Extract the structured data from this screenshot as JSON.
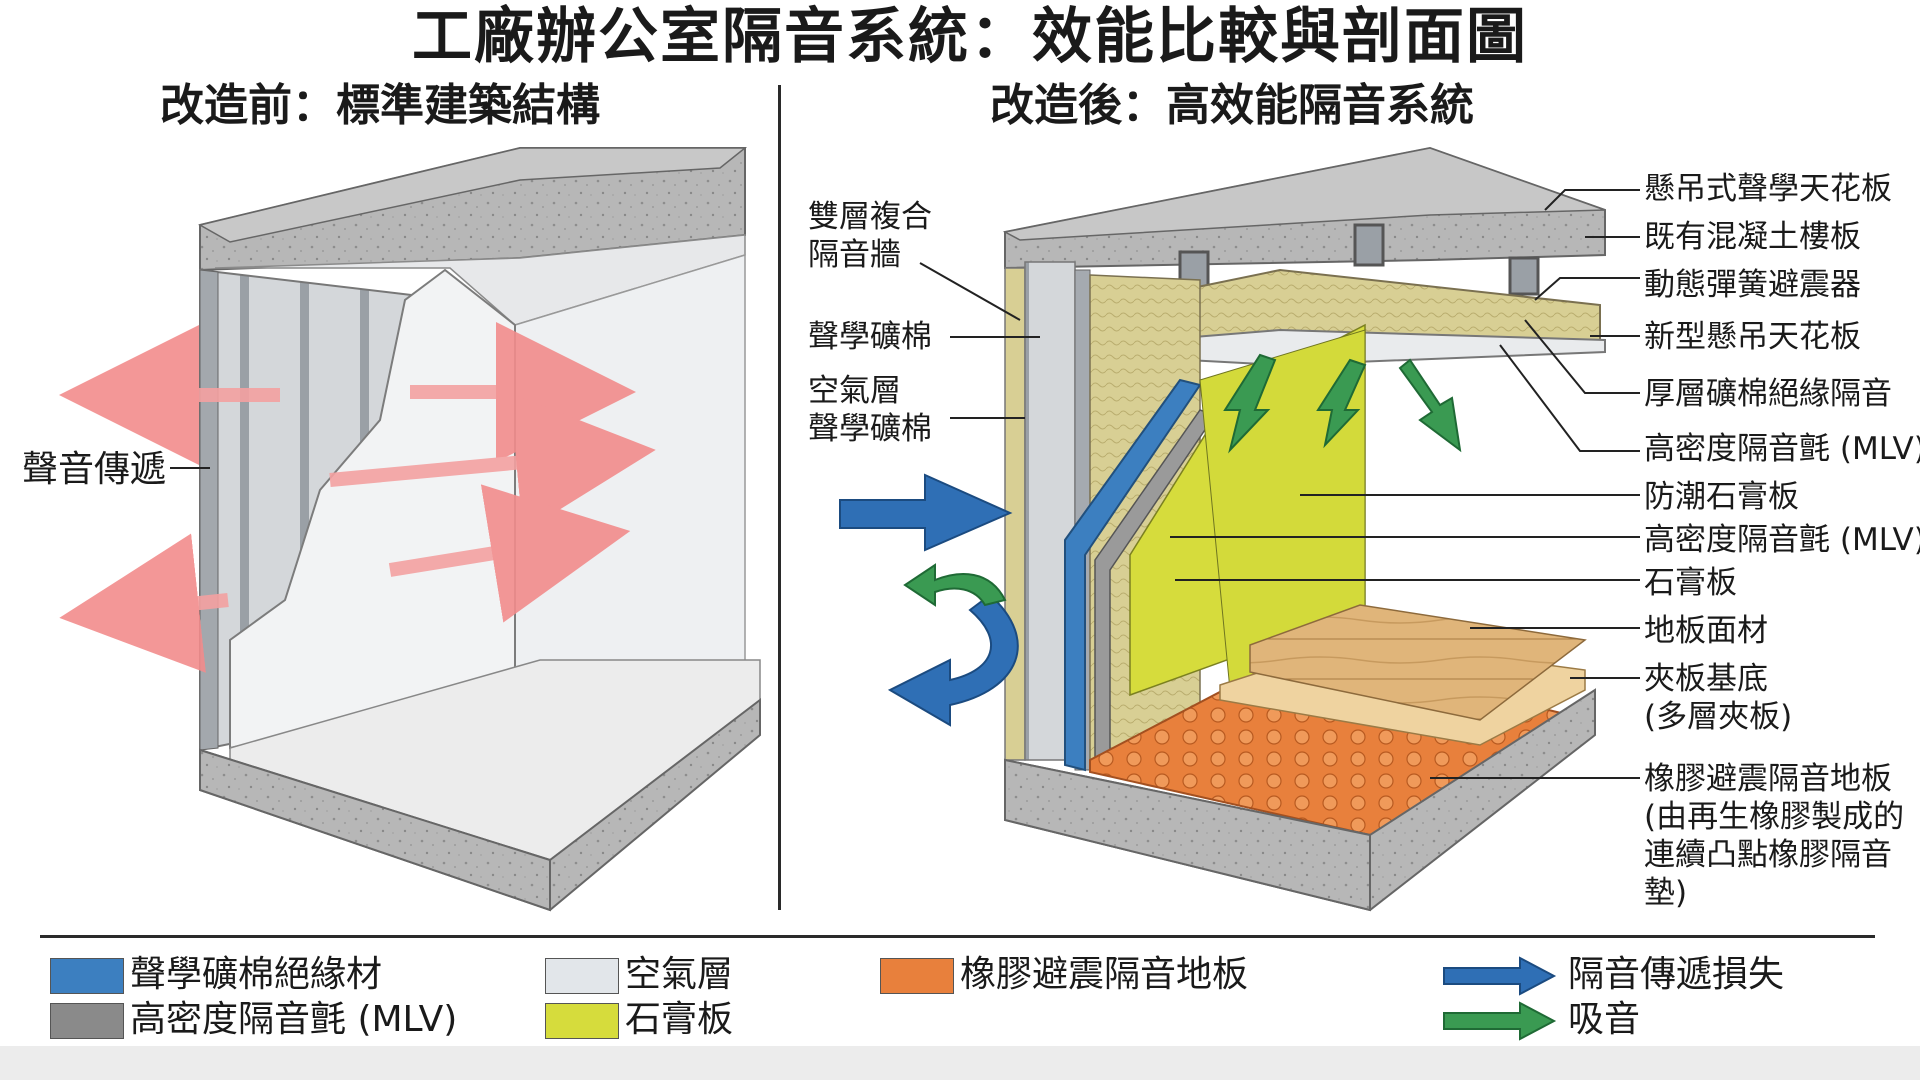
{
  "title": "工廠辦公室隔音系統：效能比較與剖面圖",
  "before": {
    "heading": "改造前：標準建築結構",
    "label": "聲音傳遞"
  },
  "after": {
    "heading": "改造後：高效能隔音系統",
    "left_labels": {
      "double_wall": "雙層複合\n隔音牆",
      "acoustic_wool": "聲學礦棉",
      "air_gap": "空氣層\n聲學礦棉"
    },
    "callouts": [
      "懸吊式聲學天花板",
      "既有混凝土樓板",
      "動態彈簧避震器",
      "新型懸吊天花板",
      "厚層礦棉絕緣隔音",
      "高密度隔音氈 (MLV)",
      "防潮石膏板",
      "高密度隔音氈 (MLV)",
      "石膏板",
      "地板面材",
      "夾板基底\n(多層夾板)",
      "橡膠避震隔音地板\n(由再生橡膠製成的\n連續凸點橡膠隔音\n墊)"
    ]
  },
  "legend": [
    {
      "label": "聲學礦棉絕緣材",
      "color": "#3c7fc0",
      "kind": "swatch"
    },
    {
      "label": "高密度隔音氈 (MLV)",
      "color": "#8a8a8a",
      "kind": "swatch"
    },
    {
      "label": "空氣層",
      "color": "#e2e6ea",
      "kind": "swatch"
    },
    {
      "label": "石膏板",
      "color": "#d6dc3c",
      "kind": "swatch"
    },
    {
      "label": "橡膠避震隔音地板",
      "color": "#e8803c",
      "kind": "swatch"
    },
    {
      "label": "隔音傳遞損失",
      "color": "#2f6fb5",
      "kind": "arrow"
    },
    {
      "label": "吸音",
      "color": "#3a9a52",
      "kind": "arrow"
    }
  ],
  "colors": {
    "concrete": "#b9b9b9",
    "mineral_wool": "#d8cf94",
    "gypsum_green": "#d6dc3c",
    "blue_insulation": "#3c7fc0",
    "rubber_orange": "#e8803c",
    "wood_floor": "#e0b57a",
    "sound_red": "#f07a7a"
  }
}
